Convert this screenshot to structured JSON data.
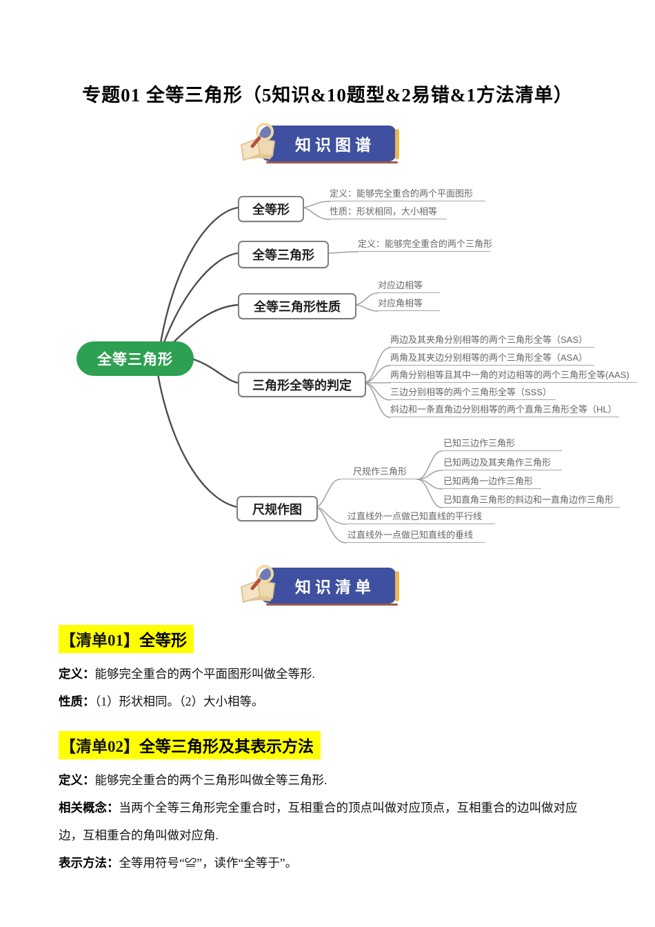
{
  "page": {
    "title": "专题01 全等三角形（5知识&10题型&2易错&1方法清单）"
  },
  "badges": {
    "map_label": "知识图谱",
    "list_label": "知识清单"
  },
  "colors": {
    "badge_blue": "#3e509f",
    "badge_gold": "#e9b94f",
    "root_green": "#2ea052",
    "heading_highlight": "#ffff00",
    "line_gray": "#a6a6a6"
  },
  "mindmap": {
    "root": "全等三角形",
    "branches": [
      {
        "label": "全等形",
        "children": [
          {
            "label": "定义：能够完全重合的两个平面图形"
          },
          {
            "label": "性质：形状相同，大小相等"
          }
        ]
      },
      {
        "label": "全等三角形",
        "children": [
          {
            "label": "定义：能够完全重合的两个三角形"
          }
        ]
      },
      {
        "label": "全等三角形性质",
        "children": [
          {
            "label": "对应边相等"
          },
          {
            "label": "对应角相等"
          }
        ]
      },
      {
        "label": "三角形全等的判定",
        "children": [
          {
            "label": "两边及其夹角分别相等的两个三角形全等（SAS）"
          },
          {
            "label": "两角及其夹边分别相等的两个三角形全等（ASA）"
          },
          {
            "label": "两角分别相等且其中一角的对边相等的两个三角形全等(AAS)"
          },
          {
            "label": "三边分别相等的两个三角形全等（SSS）"
          },
          {
            "label": "斜边和一条直角边分别相等的两个直角三角形全等（HL）"
          }
        ]
      },
      {
        "label": "尺规作图",
        "children": [
          {
            "label": "尺规作三角形",
            "children": [
              "已知三边作三角形",
              "已知两边及其夹角作三角形",
              "已知两角一边作三角形",
              "已知直角三角形的斜边和一直角边作三角形"
            ]
          },
          {
            "label": "过直线外一点做已知直线的平行线"
          },
          {
            "label": "过直线外一点做已知直线的垂线"
          }
        ]
      }
    ]
  },
  "sections": [
    {
      "heading_tag": "【清单01】",
      "heading_title": "全等形",
      "paragraphs": [
        {
          "label": "定义：",
          "text": "能够完全重合的两个平面图形叫做全等形."
        },
        {
          "label": "性质：",
          "text": "（1）形状相同。（2）大小相等。"
        }
      ]
    },
    {
      "heading_tag": "【清单02】",
      "heading_title": "全等三角形及其表示方法",
      "paragraphs": [
        {
          "label": "定义：",
          "text": "能够完全重合的两个三角形叫做全等三角形."
        },
        {
          "label": "相关概念：",
          "text": "当两个全等三角形完全重合时，互相重合的顶点叫做对应顶点，互相重合的边叫做对应边，互相重合的角叫做对应角."
        },
        {
          "label": "表示方法：",
          "text": "全等用符号“≌”，读作“全等于”。"
        }
      ]
    }
  ]
}
